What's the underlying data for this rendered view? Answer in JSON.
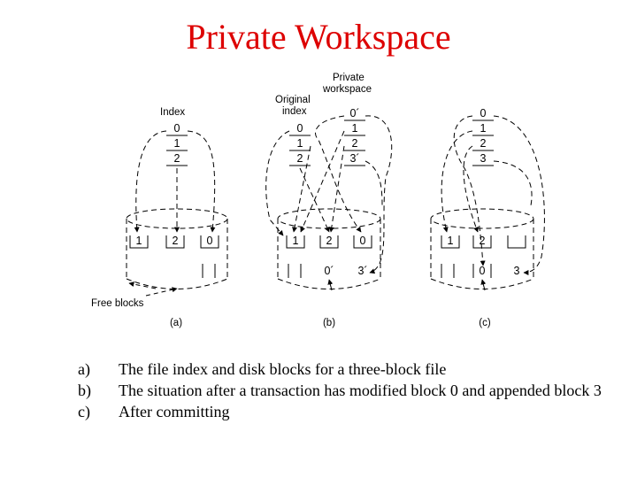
{
  "title": "Private Workspace",
  "diagram": {
    "label_index": "Index",
    "label_original_index": [
      "Original",
      "index"
    ],
    "label_private_workspace": [
      "Private",
      "workspace"
    ],
    "label_free_blocks": "Free blocks",
    "panel_a": {
      "caption": "(a)",
      "index": [
        "0",
        "1",
        "2"
      ],
      "disk_top": [
        "1",
        "2",
        "0"
      ]
    },
    "panel_b": {
      "caption": "(b)",
      "original_index": [
        "0",
        "1",
        "2"
      ],
      "private_index": [
        "0´",
        "1",
        "2",
        "3´"
      ],
      "disk_top": [
        "1",
        "2",
        "0"
      ],
      "disk_bottom": [
        "0´",
        "3´"
      ]
    },
    "panel_c": {
      "caption": "(c)",
      "index": [
        "0",
        "1",
        "2",
        "3"
      ],
      "disk_top": [
        "1",
        "2",
        ""
      ],
      "disk_bottom": [
        "0",
        "3"
      ]
    }
  },
  "items": [
    {
      "letter": "a)",
      "text": "The file index and disk blocks for a three-block file"
    },
    {
      "letter": "b)",
      "text": "The situation after a transaction has modified block 0 and appended block 3"
    },
    {
      "letter": "c)",
      "text": "After committing"
    }
  ]
}
